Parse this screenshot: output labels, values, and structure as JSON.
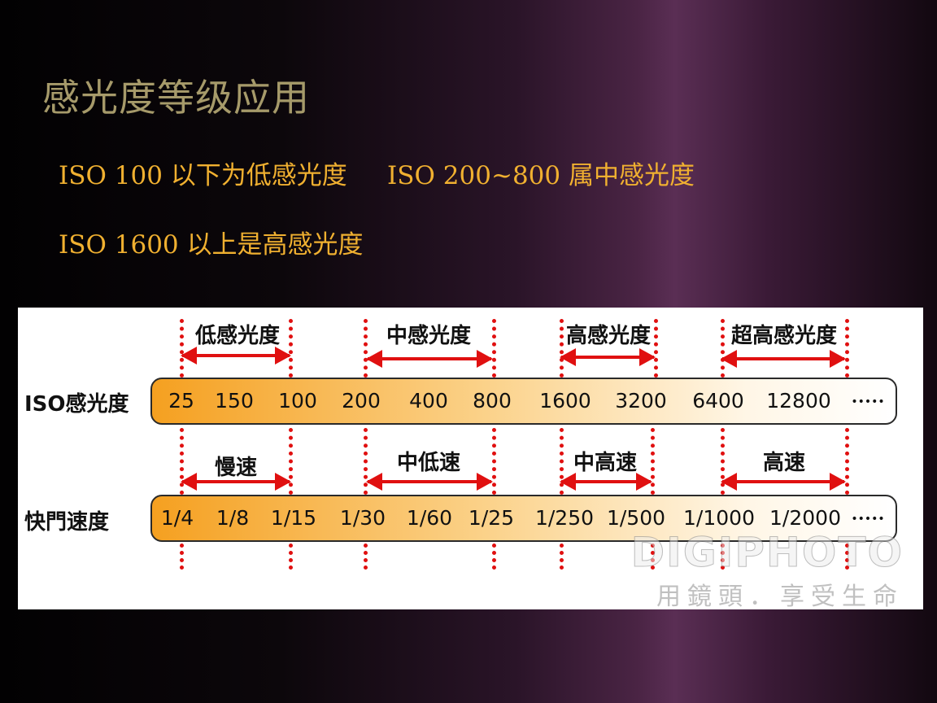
{
  "slide": {
    "title": "感光度等级应用",
    "line1": "ISO 100 以下为低感光度     ISO 200~800 属中感光度",
    "line2": "ISO 1600 以上是高感光度"
  },
  "figure": {
    "iso_label": "ISO感光度",
    "shutter_label": "快門速度",
    "iso_categories": [
      "低感光度",
      "中感光度",
      "高感光度",
      "超高感光度"
    ],
    "shutter_categories": [
      "慢速",
      "中低速",
      "中高速",
      "高速"
    ],
    "iso_values": [
      "25",
      "150",
      "100",
      "200",
      "400",
      "800",
      "1600",
      "3200",
      "6400",
      "12800",
      "•••••"
    ],
    "shutter_values": [
      "1/4",
      "1/8",
      "1/15",
      "1/30",
      "1/60",
      "1/25",
      "1/250",
      "1/500",
      "1/1000",
      "1/2000",
      "•••••"
    ],
    "watermark_main": "DIGIPHOTO",
    "watermark_sub": "用鏡頭．享受生命",
    "colors": {
      "arrow": "#e01010",
      "bar_start": "#f5a020",
      "text": "#f0b030",
      "title": "#a69a6a"
    }
  }
}
